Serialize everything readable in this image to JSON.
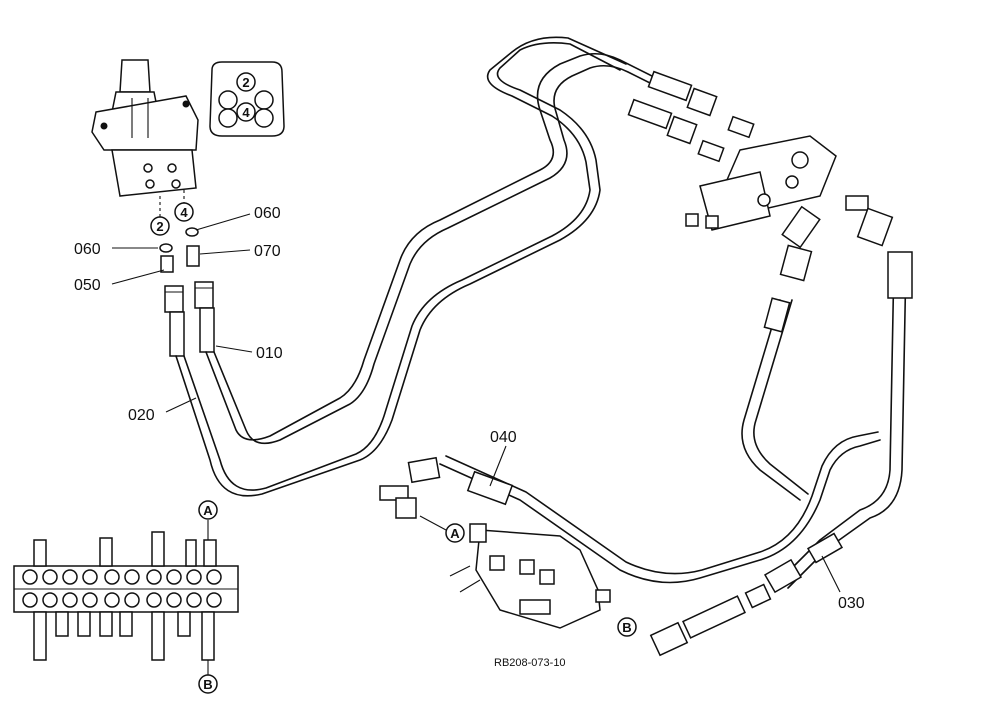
{
  "callouts": {
    "p060_top": "060",
    "p060_left": "060",
    "p070": "070",
    "p050": "050",
    "p010": "010",
    "p020": "020",
    "p040": "040",
    "p030": "030"
  },
  "port_markers": {
    "port_2": "2",
    "port_4": "4",
    "inset_2": "2",
    "inset_4": "4"
  },
  "connection_markers": {
    "a_valve": "A",
    "a_block": "A",
    "b_valve": "B",
    "b_block": "B"
  },
  "figure_code": "RB208-073-10"
}
